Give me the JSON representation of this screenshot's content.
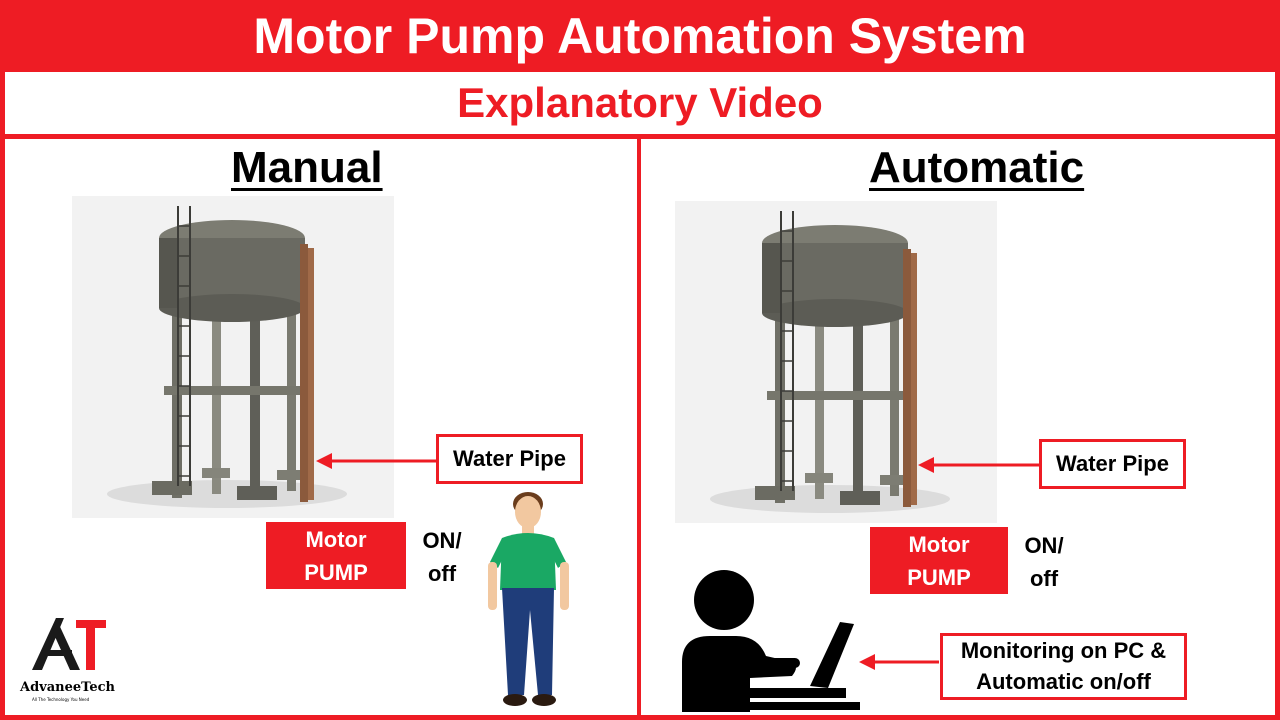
{
  "header": {
    "title": "Motor Pump Automation System",
    "subtitle": "Explanatory Video"
  },
  "manual": {
    "heading": "Manual",
    "water_pipe_label": "Water Pipe",
    "motor_line1": "Motor",
    "motor_line2": "PUMP",
    "onoff_line1": "ON/",
    "onoff_line2": "off"
  },
  "automatic": {
    "heading": "Automatic",
    "water_pipe_label": "Water Pipe",
    "motor_line1": "Motor",
    "motor_line2": "PUMP",
    "onoff_line1": "ON/",
    "onoff_line2": "off",
    "monitor_line1": "Monitoring on PC &",
    "monitor_line2": "Automatic on/off"
  },
  "logo": {
    "name": "AdvaneeTech",
    "tagline": "All The Technology You Need",
    "colors": {
      "red": "#ee1c24",
      "dark": "#1a1a1a"
    }
  },
  "colors": {
    "accent": "#ee1c24",
    "white": "#ffffff",
    "black": "#000000"
  },
  "icons": [
    "water-tower-image",
    "person-figure",
    "computer-user-icon",
    "arrow-left-icon",
    "advaneetech-logo"
  ]
}
